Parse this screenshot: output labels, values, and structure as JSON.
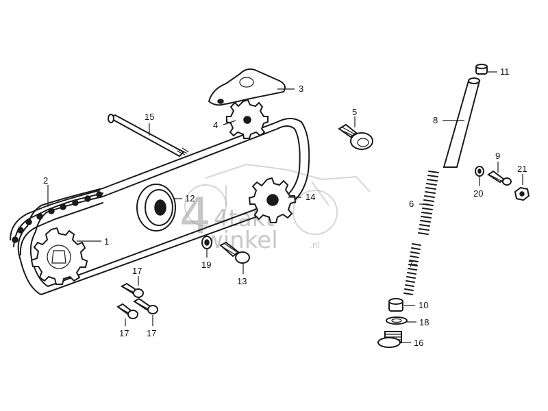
{
  "watermark": {
    "lines": [
      "4takt",
      "winkel"
    ],
    "suffix": ".nl"
  },
  "callouts": [
    {
      "id": "1"
    },
    {
      "id": "2"
    },
    {
      "id": "3"
    },
    {
      "id": "4"
    },
    {
      "id": "5"
    },
    {
      "id": "6"
    },
    {
      "id": "7"
    },
    {
      "id": "8"
    },
    {
      "id": "9"
    },
    {
      "id": "10"
    },
    {
      "id": "11"
    },
    {
      "id": "12"
    },
    {
      "id": "13"
    },
    {
      "id": "14"
    },
    {
      "id": "15"
    },
    {
      "id": "16"
    },
    {
      "id": "17a",
      "label": "17"
    },
    {
      "id": "17b",
      "label": "17"
    },
    {
      "id": "17c",
      "label": "17"
    },
    {
      "id": "18"
    },
    {
      "id": "19"
    },
    {
      "id": "20"
    },
    {
      "id": "21"
    }
  ],
  "labels": {
    "c1": "1",
    "c2": "2",
    "c3": "3",
    "c4": "4",
    "c5": "5",
    "c6": "6",
    "c7": "7",
    "c8": "8",
    "c9": "9",
    "c10": "10",
    "c11": "11",
    "c12": "12",
    "c13": "13",
    "c14": "14",
    "c15": "15",
    "c16": "16",
    "c17a": "17",
    "c17b": "17",
    "c17c": "17",
    "c18": "18",
    "c19": "19",
    "c20": "20",
    "c21": "21"
  }
}
